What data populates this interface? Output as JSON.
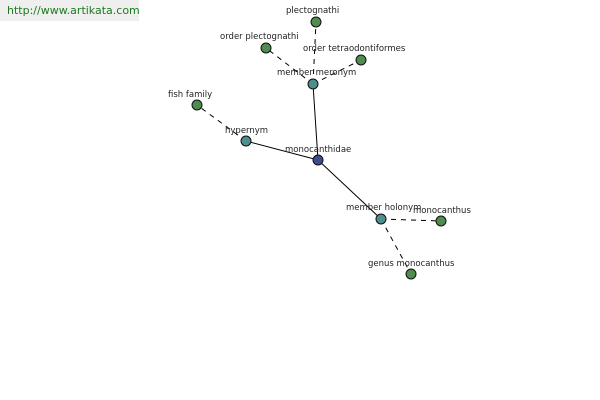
{
  "watermark": "http://www.artikata.com",
  "colors": {
    "center": "#3d4e8e",
    "relation": "#4e8f8e",
    "leaf": "#4f8c4f",
    "watermark_bg": "#efefef",
    "watermark_text": "#1e7a1e"
  },
  "nodes": [
    {
      "id": "monocanthidae",
      "label": "monocanthidae",
      "kind": "center"
    },
    {
      "id": "hypernym",
      "label": "hypernym",
      "kind": "relation"
    },
    {
      "id": "member-meronym",
      "label": "member meronym",
      "kind": "relation"
    },
    {
      "id": "member-holonym",
      "label": "member holonym",
      "kind": "relation"
    },
    {
      "id": "fish-family",
      "label": "fish family",
      "kind": "leaf"
    },
    {
      "id": "plectognathi",
      "label": "plectognathi",
      "kind": "leaf"
    },
    {
      "id": "order-plectognathi",
      "label": "order plectognathi",
      "kind": "leaf"
    },
    {
      "id": "order-tetraodontiformes",
      "label": "order tetraodontiformes",
      "kind": "leaf"
    },
    {
      "id": "monocanthus",
      "label": "monocanthus",
      "kind": "leaf"
    },
    {
      "id": "genus-monocanthus",
      "label": "genus monocanthus",
      "kind": "leaf"
    }
  ],
  "edges": [
    {
      "from": "monocanthidae",
      "to": "hypernym",
      "style": "solid"
    },
    {
      "from": "monocanthidae",
      "to": "member-meronym",
      "style": "solid"
    },
    {
      "from": "monocanthidae",
      "to": "member-holonym",
      "style": "solid"
    },
    {
      "from": "hypernym",
      "to": "fish-family",
      "style": "dashed"
    },
    {
      "from": "member-meronym",
      "to": "plectognathi",
      "style": "dashed"
    },
    {
      "from": "member-meronym",
      "to": "order-plectognathi",
      "style": "dashed"
    },
    {
      "from": "member-meronym",
      "to": "order-tetraodontiformes",
      "style": "dashed"
    },
    {
      "from": "member-holonym",
      "to": "monocanthus",
      "style": "dashed"
    },
    {
      "from": "member-holonym",
      "to": "genus-monocanthus",
      "style": "dashed"
    }
  ]
}
